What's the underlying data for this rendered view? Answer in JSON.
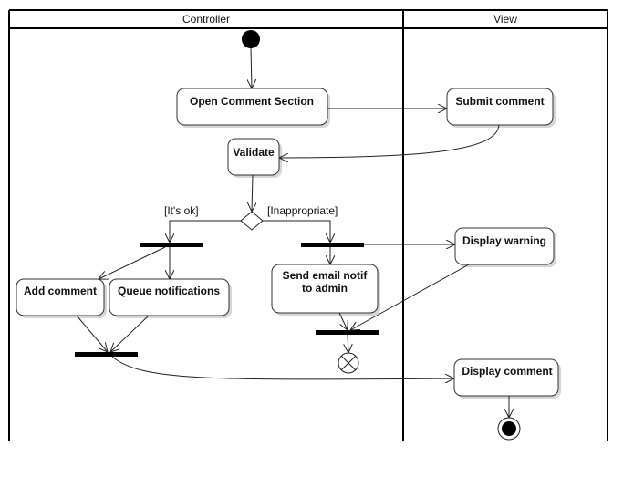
{
  "lanes": {
    "controller": "Controller",
    "view": "View"
  },
  "nodes": {
    "open_comment": "Open Comment Section",
    "submit_comment": "Submit comment",
    "validate": "Validate",
    "display_warning": "Display warning",
    "add_comment": "Add comment",
    "queue_notifications": "Queue notifications",
    "send_email_line1": "Send email notif",
    "send_email_line2": "to admin",
    "display_comment": "Display comment"
  },
  "guards": {
    "ok": "[It's ok]",
    "inappropriate": "[Inappropriate]"
  }
}
